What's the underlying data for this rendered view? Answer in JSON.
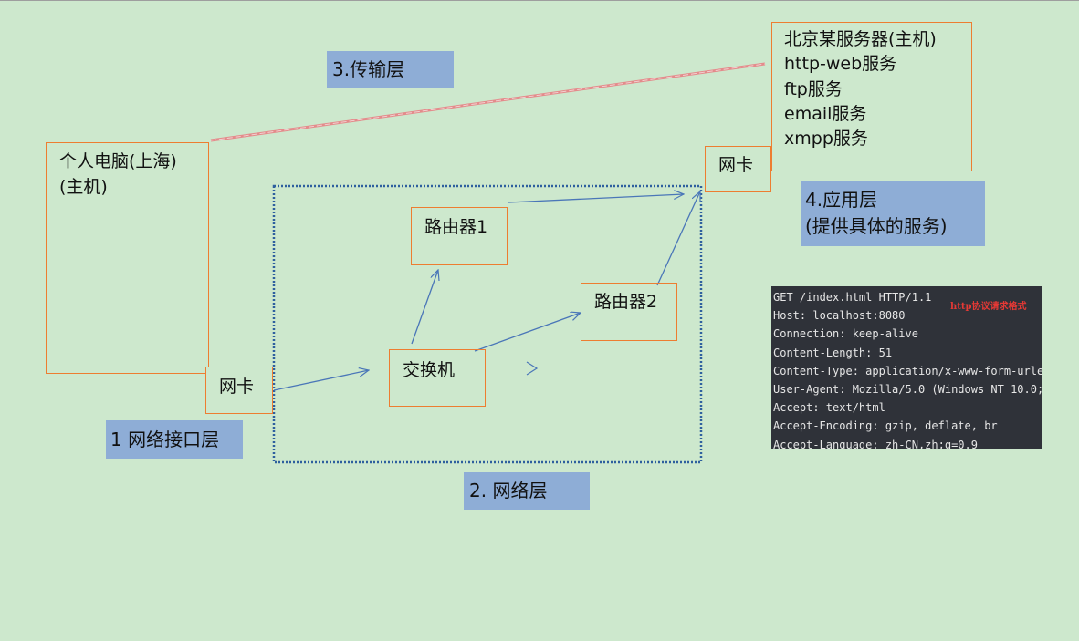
{
  "nodes": {
    "pc": {
      "line1": "个人电脑(上海)",
      "line2": "(主机)"
    },
    "pc_nic": {
      "label": "网卡"
    },
    "switch": {
      "label": "交换机"
    },
    "router1": {
      "label": "路由器1"
    },
    "router2": {
      "label": "路由器2"
    },
    "server_nic": {
      "label": "网卡"
    },
    "server": {
      "lines": [
        "北京某服务器(主机)",
        "http-web服务",
        "ftp服务",
        "email服务",
        "xmpp服务"
      ]
    }
  },
  "layers": {
    "interface": "1 网络接口层",
    "network": "2. 网络层",
    "transport": "3.传输层",
    "application_line1": "4.应用层",
    "application_line2": "(提供具体的服务)"
  },
  "http_request": {
    "lines": [
      "GET /index.html HTTP/1.1",
      "Host: localhost:8080",
      "Connection: keep-alive",
      "Content-Length: 51",
      "Content-Type: application/x-www-form-urlen",
      "User-Agent: Mozilla/5.0 (Windows NT 10.0;",
      "Accept: text/html",
      "Accept-Encoding: gzip, deflate, br",
      "Accept-Language: zh-CN,zh;q=0.9"
    ],
    "note": "http协议请求格式"
  },
  "colors": {
    "background": "#cde8cd",
    "box_border": "#ed7d31",
    "label_fill": "#8eadd6",
    "arrow": "#4a76b8",
    "transport_line": "#e38b8b",
    "network_region_border": "#2e5f9e",
    "code_background": "#2f3239",
    "code_note": "#e53935"
  }
}
